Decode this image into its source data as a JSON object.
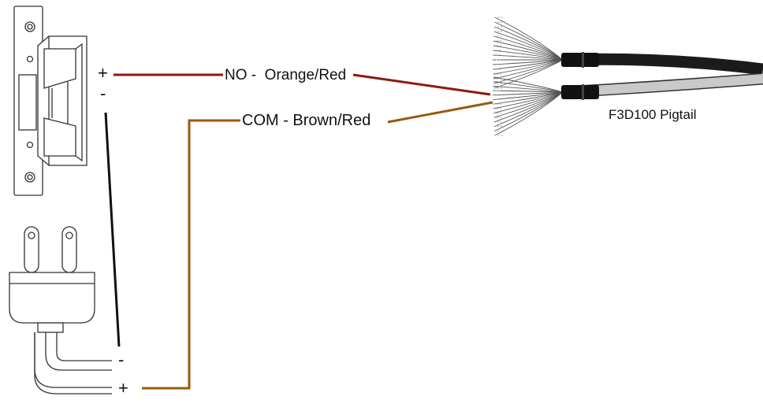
{
  "strike": {
    "plus": "+",
    "minus": "-"
  },
  "plug": {
    "minus": "-",
    "plus": "+"
  },
  "wires": {
    "no": {
      "label": "NO -  Orange/Red",
      "color": "#8b1a10"
    },
    "com": {
      "label": "COM - Brown/Red",
      "color": "#9a5a0a"
    },
    "neg": {
      "color": "#111111"
    }
  },
  "pigtail": {
    "label": "F3D100 Pigtail",
    "cable_dark": "#1b1b1b",
    "cable_light": "#c9c9c9"
  }
}
